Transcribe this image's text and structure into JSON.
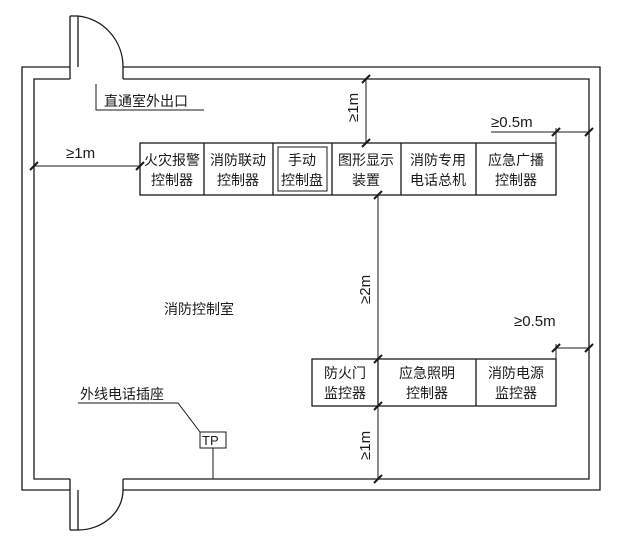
{
  "room_label": "消防控制室",
  "exit_label": "直通室外出口",
  "socket_label": "外线电话插座",
  "socket_symbol": "TP",
  "top_row": [
    {
      "line1": "火灾报警",
      "line2": "控制器"
    },
    {
      "line1": "消防联动",
      "line2": "控制器"
    },
    {
      "line1": "手动",
      "line2": "控制盘"
    },
    {
      "line1": "图形显示",
      "line2": "装置"
    },
    {
      "line1": "消防专用",
      "line2": "电话总机"
    },
    {
      "line1": "应急广播",
      "line2": "控制器"
    }
  ],
  "bottom_row": [
    {
      "line1": "防火门",
      "line2": "监控器"
    },
    {
      "line1": "应急照明",
      "line2": "控制器"
    },
    {
      "line1": "消防电源",
      "line2": "监控器"
    }
  ],
  "dimensions": {
    "left_clearance": "≥1m",
    "top_clearance": "≥1m",
    "top_right_clearance": "≥0.5m",
    "between_rows": "≥2m",
    "bottom_right_clearance": "≥0.5m",
    "bottom_clearance": "≥1m"
  }
}
